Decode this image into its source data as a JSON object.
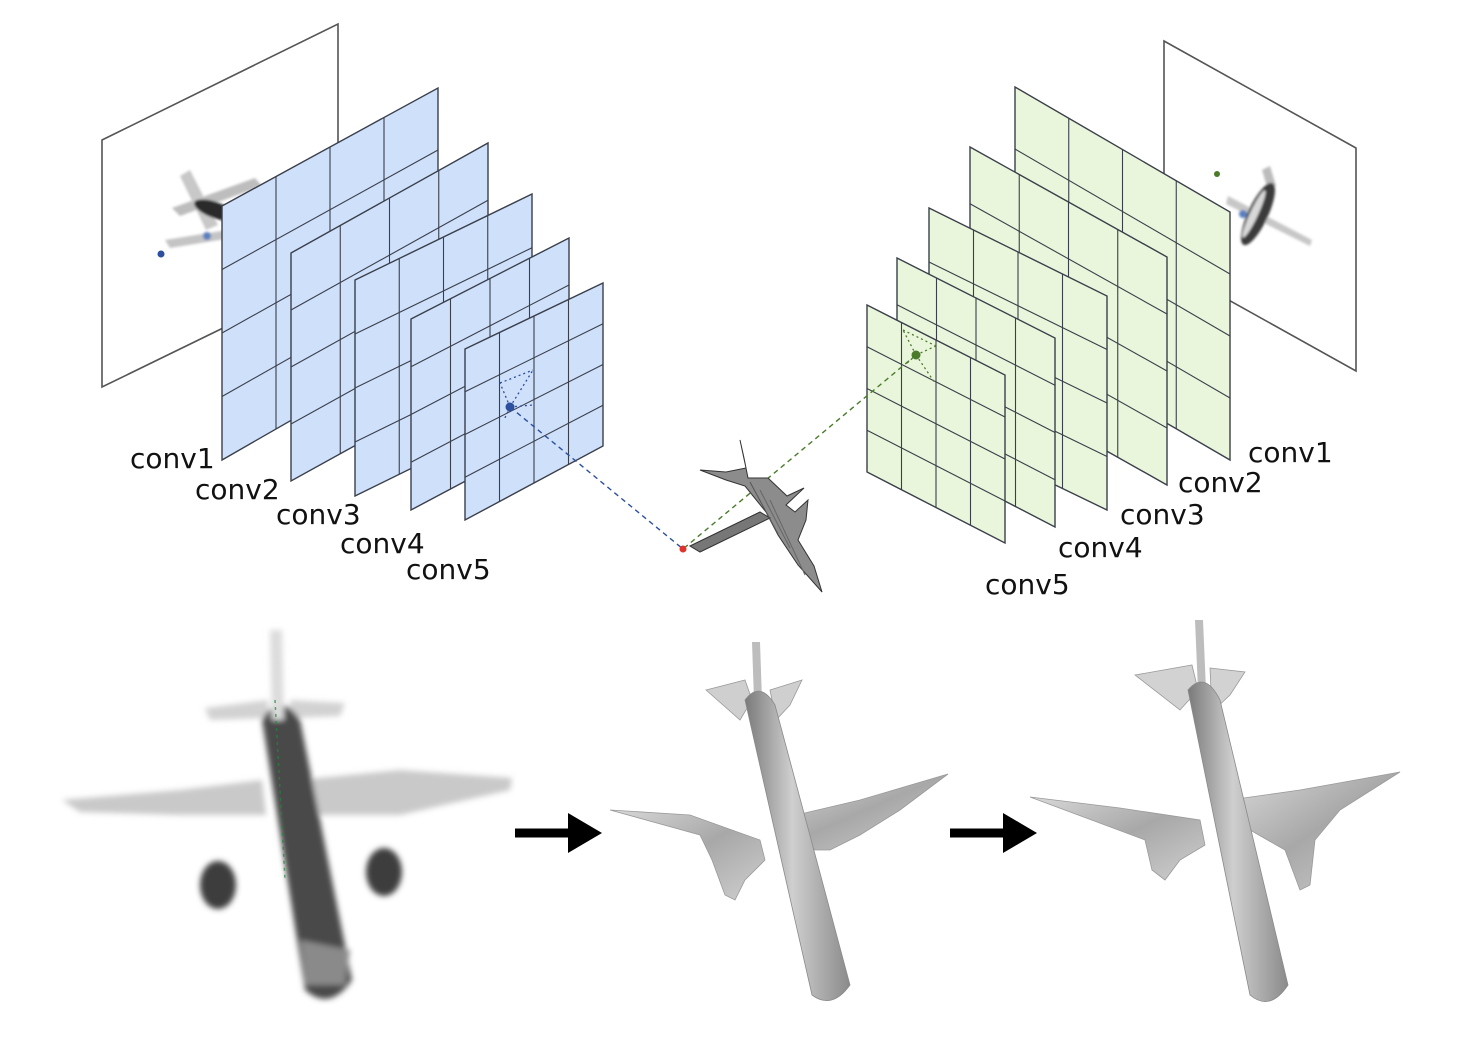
{
  "left_network": {
    "layer_labels": [
      "conv1",
      "conv2",
      "conv3",
      "conv4",
      "conv5"
    ],
    "fill_color": "#cfe0fb",
    "marker_color": "#2c4f9e"
  },
  "right_network": {
    "layer_labels": [
      "conv1",
      "conv2",
      "conv3",
      "conv4",
      "conv5"
    ],
    "fill_color": "#eaf6dc",
    "marker_color": "#4a7a2a"
  },
  "center_marker_color": "#e0332b",
  "arrow_color": "#000000"
}
